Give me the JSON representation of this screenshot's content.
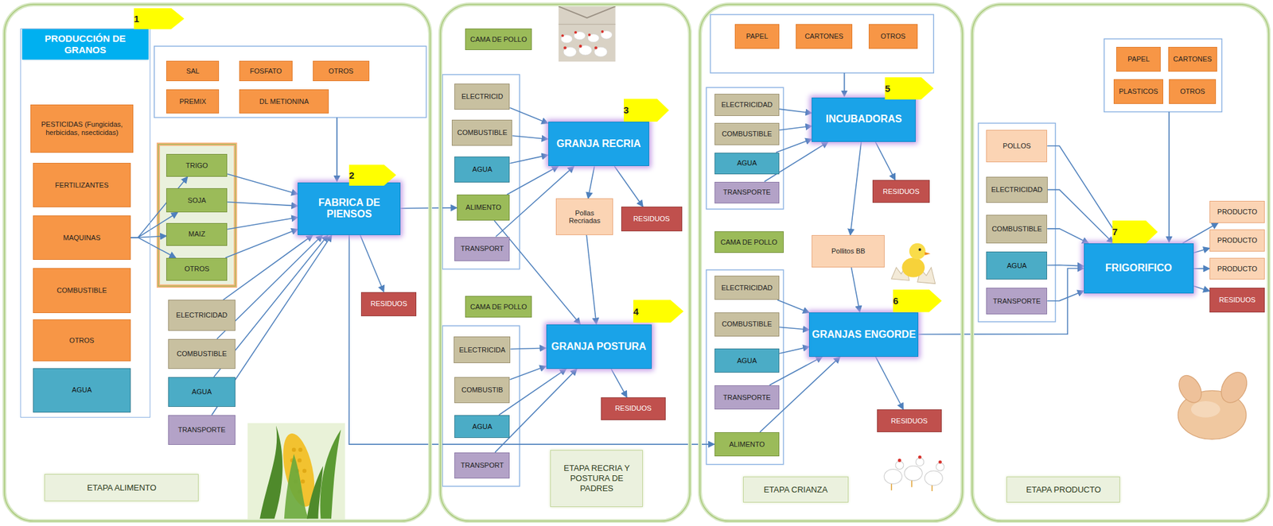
{
  "diagram": {
    "nodes": [
      {
        "text": [
          "ETAPA ALIMENTO"
        ]
      },
      {
        "text": [
          "PRODUCCIÓN DE GRANOS"
        ],
        "in": 0
      },
      {
        "text": [
          "PESTICIDAS (Fungicidas, herbicidas, nsecticidas)"
        ],
        "in": 1
      },
      {
        "text": [
          "FERTILIZANTES"
        ],
        "in": 1
      },
      {
        "text": [
          "MAQUINAS"
        ],
        "in": 1
      },
      {
        "text": [
          "COMBUSTIBLE"
        ],
        "in": 1
      },
      {
        "text": [
          "OTROS"
        ],
        "in": 1
      },
      {
        "text": [
          "AGUA"
        ],
        "in": 1
      },
      {
        "text": [
          "SAL"
        ],
        "in": 0
      },
      {
        "text": [
          "FOSFATO"
        ],
        "in": 0
      },
      {
        "text": [
          "OTROS"
        ],
        "in": 0
      },
      {
        "text": [
          "PREMIX"
        ],
        "in": 0
      },
      {
        "text": [
          "DL METIONINA"
        ],
        "in": 0
      },
      {
        "text": [
          "TRIGO"
        ],
        "in": 0
      },
      {
        "text": [
          "SOJA"
        ],
        "in": 0
      },
      {
        "text": [
          "MAIZ"
        ],
        "in": 0
      },
      {
        "text": [
          "OTROS"
        ],
        "in": 0
      },
      {
        "text": [
          "ELECTRICIDAD"
        ],
        "in": 0
      },
      {
        "text": [
          "COMBUSTIBLE"
        ],
        "in": 0
      },
      {
        "text": [
          "AGUA"
        ],
        "in": 0
      },
      {
        "text": [
          "TRANSPORTE"
        ],
        "in": 0
      },
      {
        "text": [
          "FABRICA DE PIENSOS"
        ],
        "in": 0
      },
      {
        "text": [
          "RESIDUOS"
        ],
        "in": 0
      },
      {
        "text": [
          "ETAPA RECRIA Y POSTURA DE PADRES"
        ]
      },
      {
        "text": [
          "CAMA DE POLLO"
        ],
        "in": 23
      },
      {
        "text": [
          "ELECTRICID"
        ],
        "in": 23
      },
      {
        "text": [
          "COMBUSTIBLE"
        ],
        "in": 23
      },
      {
        "text": [
          "AGUA"
        ],
        "in": 23
      },
      {
        "text": [
          "ALIMENTO"
        ],
        "in": 23
      },
      {
        "text": [
          "TRANSPORT"
        ],
        "in": 23
      },
      {
        "text": [
          "GRANJA RECRIA"
        ],
        "in": 23
      },
      {
        "text": [
          "Pollas Recriadas"
        ],
        "in": 23
      },
      {
        "text": [
          "RESIDUOS"
        ],
        "in": 23
      },
      {
        "text": [
          "CAMA DE POLLO"
        ],
        "in": 23
      },
      {
        "text": [
          "ELECTRICIDA"
        ],
        "in": 23
      },
      {
        "text": [
          "COMBUSTIB"
        ],
        "in": 23
      },
      {
        "text": [
          "AGUA"
        ],
        "in": 23
      },
      {
        "text": [
          "TRANSPORT"
        ],
        "in": 23
      },
      {
        "text": [
          "GRANJA POSTURA"
        ],
        "in": 23
      },
      {
        "text": [
          "RESIDUOS"
        ],
        "in": 23
      },
      {
        "text": [
          "ETAPA CRIANZA"
        ]
      },
      {
        "text": [
          "PAPEL"
        ],
        "in": 40
      },
      {
        "text": [
          "CARTONES"
        ],
        "in": 40
      },
      {
        "text": [
          "OTROS"
        ],
        "in": 40
      },
      {
        "text": [
          "ELECTRICIDAD"
        ],
        "in": 40
      },
      {
        "text": [
          "COMBUSTIBLE"
        ],
        "in": 40
      },
      {
        "text": [
          "AGUA"
        ],
        "in": 40
      },
      {
        "text": [
          "TRANSPORTE"
        ],
        "in": 40
      },
      {
        "text": [
          "INCUBADORAS"
        ],
        "in": 40
      },
      {
        "text": [
          "RESIDUOS"
        ],
        "in": 40
      },
      {
        "text": [
          "CAMA DE POLLO"
        ],
        "in": 40
      },
      {
        "text": [
          "Pollitos BB"
        ],
        "in": 40
      },
      {
        "text": [
          "ELECTRICIDAD"
        ],
        "in": 40
      },
      {
        "text": [
          "COMBUSTIBLE"
        ],
        "in": 40
      },
      {
        "text": [
          "AGUA"
        ],
        "in": 40
      },
      {
        "text": [
          "TRANSPORTE"
        ],
        "in": 40
      },
      {
        "text": [
          "ALIMENTO"
        ],
        "in": 40
      },
      {
        "text": [
          "GRANJAS ENGORDE"
        ],
        "in": 40
      },
      {
        "text": [
          "RESIDUOS"
        ],
        "in": 40
      },
      {
        "text": [
          "ETAPA PRODUCTO"
        ]
      },
      {
        "text": [
          "PAPEL"
        ],
        "in": 59
      },
      {
        "text": [
          "CARTONES"
        ],
        "in": 59
      },
      {
        "text": [
          "PLASTICOS"
        ],
        "in": 59
      },
      {
        "text": [
          "OTROS"
        ],
        "in": 59
      },
      {
        "text": [
          "POLLOS"
        ],
        "in": 59
      },
      {
        "text": [
          "ELECTRICIDAD"
        ],
        "in": 59
      },
      {
        "text": [
          "COMBUSTIBLE"
        ],
        "in": 59
      },
      {
        "text": [
          "AGUA"
        ],
        "in": 59
      },
      {
        "text": [
          "TRANSPORTE"
        ],
        "in": 59
      },
      {
        "text": [
          "FRIGORIFICO"
        ],
        "in": 59
      },
      {
        "text": [
          "PRODUCTO"
        ],
        "in": 59
      },
      {
        "text": [
          "PRODUCTO"
        ],
        "in": 59
      },
      {
        "text": [
          "PRODUCTO"
        ],
        "in": 59
      },
      {
        "text": [
          "RESIDUOS"
        ],
        "in": 59
      }
    ],
    "edges": [
      {
        "from": 4,
        "to": 13,
        "arrow": "to"
      },
      {
        "from": 4,
        "to": 14,
        "arrow": "to"
      },
      {
        "from": 4,
        "to": 15,
        "arrow": "to"
      },
      {
        "from": 4,
        "to": 16,
        "arrow": "to"
      },
      {
        "from": 13,
        "to": 21,
        "arrow": "to"
      },
      {
        "from": 14,
        "to": 21,
        "arrow": "to"
      },
      {
        "from": 15,
        "to": 21,
        "arrow": "to"
      },
      {
        "from": 16,
        "to": 21,
        "arrow": "to"
      },
      {
        "from": 17,
        "to": 21,
        "arrow": "to"
      },
      {
        "from": 18,
        "to": 21,
        "arrow": "to"
      },
      {
        "from": 19,
        "to": 21,
        "arrow": "to"
      },
      {
        "from": 20,
        "to": 21,
        "arrow": "to"
      },
      {
        "from": 21,
        "to": 22,
        "arrow": "to"
      },
      {
        "from": 21,
        "to": 28,
        "arrow": "to"
      },
      {
        "from": 21,
        "to": 56,
        "arrow": "to"
      },
      {
        "from": 25,
        "to": 30,
        "arrow": "to"
      },
      {
        "from": 26,
        "to": 30,
        "arrow": "to"
      },
      {
        "from": 27,
        "to": 30,
        "arrow": "to"
      },
      {
        "from": 28,
        "to": 30,
        "arrow": "to"
      },
      {
        "from": 29,
        "to": 30,
        "arrow": "to"
      },
      {
        "from": 28,
        "to": 38,
        "arrow": "to"
      },
      {
        "from": 30,
        "to": 31,
        "arrow": "to"
      },
      {
        "from": 30,
        "to": 32,
        "arrow": "to"
      },
      {
        "from": 31,
        "to": 38,
        "arrow": "to"
      },
      {
        "from": 34,
        "to": 38,
        "arrow": "to"
      },
      {
        "from": 35,
        "to": 38,
        "arrow": "to"
      },
      {
        "from": 36,
        "to": 38,
        "arrow": "to"
      },
      {
        "from": 37,
        "to": 38,
        "arrow": "to"
      },
      {
        "from": 38,
        "to": 39,
        "arrow": "to"
      },
      {
        "from": 44,
        "to": 48,
        "arrow": "to"
      },
      {
        "from": 45,
        "to": 48,
        "arrow": "to"
      },
      {
        "from": 46,
        "to": 48,
        "arrow": "to"
      },
      {
        "from": 47,
        "to": 48,
        "arrow": "to"
      },
      {
        "from": 48,
        "to": 49,
        "arrow": "to"
      },
      {
        "from": 48,
        "to": 51,
        "arrow": "to"
      },
      {
        "from": 51,
        "to": 57,
        "arrow": "to"
      },
      {
        "from": 52,
        "to": 57,
        "arrow": "to"
      },
      {
        "from": 53,
        "to": 57,
        "arrow": "to"
      },
      {
        "from": 54,
        "to": 57,
        "arrow": "to"
      },
      {
        "from": 55,
        "to": 57,
        "arrow": "to"
      },
      {
        "from": 56,
        "to": 57,
        "arrow": "to"
      },
      {
        "from": 57,
        "to": 58,
        "arrow": "to"
      },
      {
        "from": 57,
        "to": 69,
        "arrow": "to"
      },
      {
        "from": 64,
        "to": 69,
        "arrow": "to"
      },
      {
        "from": 65,
        "to": 69,
        "arrow": "to"
      },
      {
        "from": 66,
        "to": 69,
        "arrow": "to"
      },
      {
        "from": 67,
        "to": 69,
        "arrow": "to"
      },
      {
        "from": 68,
        "to": 69,
        "arrow": "to"
      },
      {
        "from": 69,
        "to": 70,
        "arrow": "to"
      },
      {
        "from": 69,
        "to": 71,
        "arrow": "to"
      },
      {
        "from": 69,
        "to": 72,
        "arrow": "to"
      },
      {
        "from": 69,
        "to": 73,
        "arrow": "to"
      }
    ],
    "labels": [
      "1",
      "2",
      "3",
      "4",
      "5",
      "6",
      "7"
    ]
  }
}
